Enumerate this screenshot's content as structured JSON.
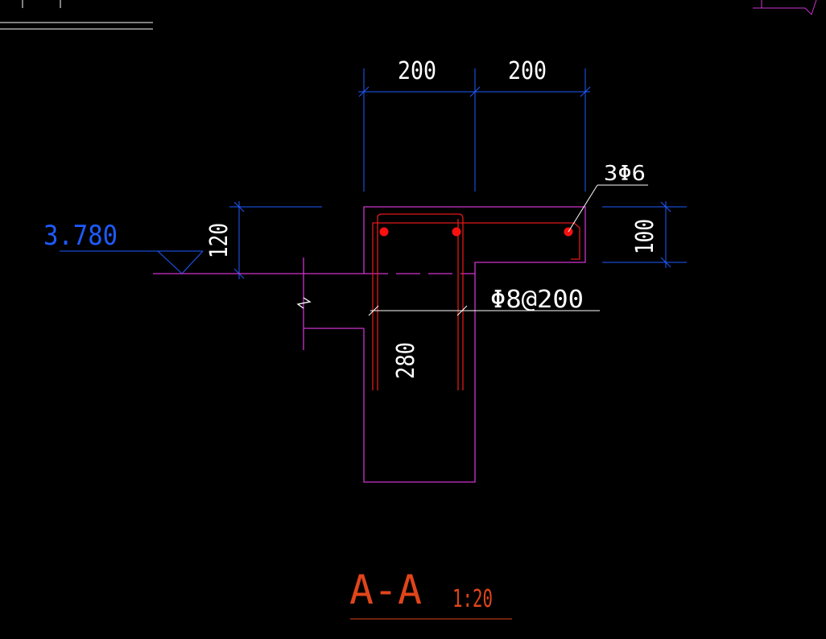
{
  "colors": {
    "background": "#000000",
    "dimension": "#1E5BFF",
    "outline": "#CC33CC",
    "rebar": "#E01818",
    "text": "#FFFFFF",
    "title": "#E0451A",
    "elevation": "#1E5BFF"
  },
  "dimensions": {
    "top_left_width": "200",
    "top_right_width": "200",
    "left_height": "120",
    "right_height": "100",
    "web_width": "280"
  },
  "annotations": {
    "top_bars": "3Φ6",
    "stirrups": "Φ8@200",
    "elevation": "3.780"
  },
  "title": {
    "section": "A-A",
    "scale": "1:20"
  }
}
